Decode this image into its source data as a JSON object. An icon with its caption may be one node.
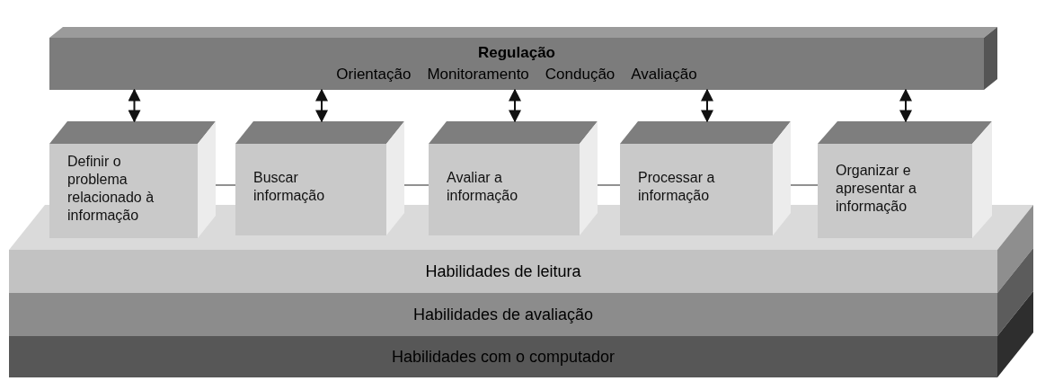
{
  "diagram": {
    "nodes": [
      {
        "text": [
          "Regulação",
          "Orientação",
          "Monitoramento",
          "Condução",
          "Avaliação"
        ]
      },
      {
        "text": [
          "Definir o problema relacionado à informação"
        ]
      },
      {
        "text": [
          "Buscar informação"
        ]
      },
      {
        "text": [
          "Avaliar a informação"
        ]
      },
      {
        "text": [
          "Processar a informação"
        ]
      },
      {
        "text": [
          "Organizar e apresentar a informação"
        ]
      },
      {
        "text": [
          "Habilidades de leitura"
        ]
      },
      {
        "text": [
          "Habilidades de avaliação"
        ]
      },
      {
        "text": [
          "Habilidades com o computador"
        ]
      }
    ],
    "edges": [
      {
        "from": 1,
        "to": 0,
        "arrow": "both"
      },
      {
        "from": 2,
        "to": 0,
        "arrow": "both"
      },
      {
        "from": 3,
        "to": 0,
        "arrow": "both"
      },
      {
        "from": 4,
        "to": 0,
        "arrow": "both"
      },
      {
        "from": 5,
        "to": 0,
        "arrow": "both"
      },
      {
        "from": 1,
        "to": 2,
        "arrow": "none"
      },
      {
        "from": 2,
        "to": 3,
        "arrow": "none"
      },
      {
        "from": 3,
        "to": 4,
        "arrow": "none"
      },
      {
        "from": 4,
        "to": 5,
        "arrow": "none"
      }
    ]
  }
}
